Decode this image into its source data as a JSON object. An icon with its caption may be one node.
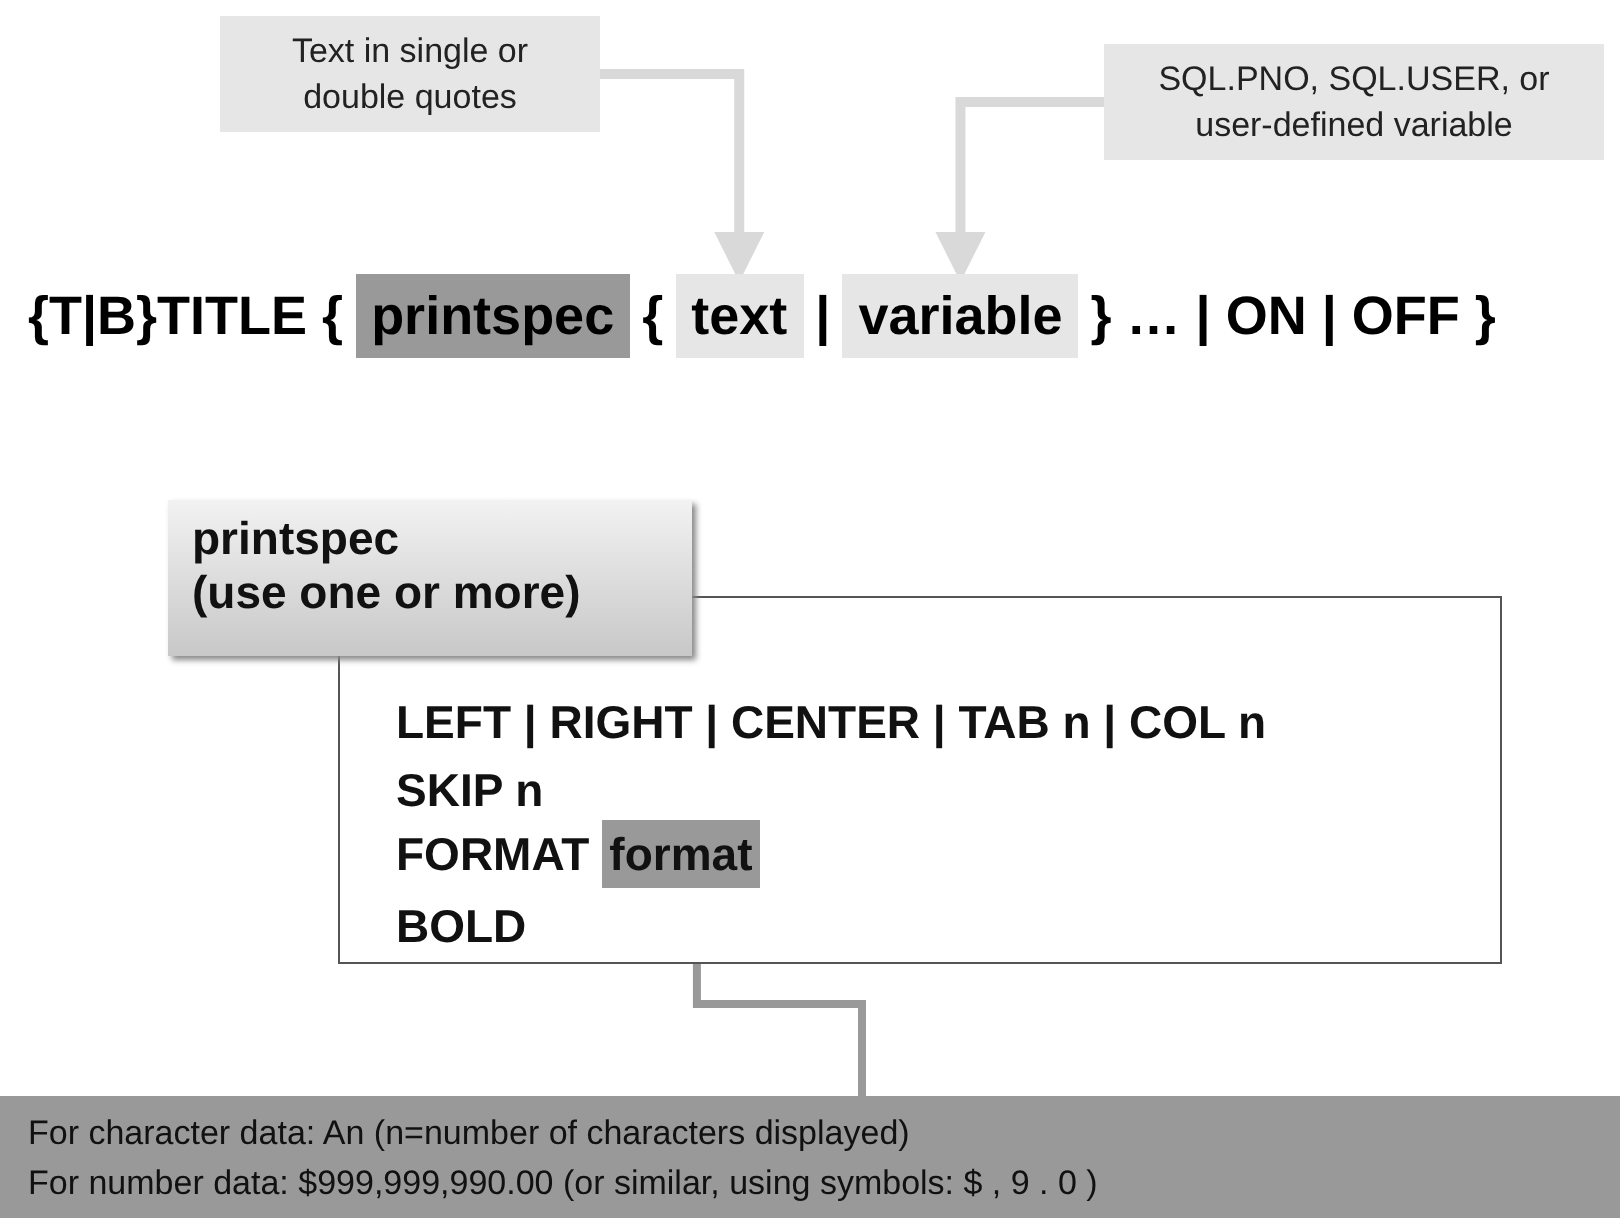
{
  "diagram": {
    "nodes": [
      {
        "text": [
          "Text in single or double quotes"
        ]
      },
      {
        "text": [
          "SQL.PNO, SQL.USER, or user-defined variable"
        ]
      },
      {
        "text": [
          "printspec"
        ]
      },
      {
        "text": [
          "text"
        ]
      },
      {
        "text": [
          "variable"
        ]
      },
      {
        "text": [
          "printspec",
          "(use one or more)",
          "LEFT | RIGHT | CENTER | TAB n | COL n",
          "SKIP n",
          "FORMAT",
          "BOLD"
        ]
      },
      {
        "text": [
          "format"
        ],
        "in": 5
      },
      {
        "text": [
          "For character data: An (n=number of characters displayed)",
          "For number data: $999,999,990.00 (or similar, using symbols: $ , 9 . 0 )"
        ]
      }
    ],
    "edges": [
      {
        "from": 0,
        "to": 3,
        "arrow": "to"
      },
      {
        "from": 1,
        "to": 4,
        "arrow": "to"
      },
      {
        "from": 7,
        "to": 6,
        "arrow": "to",
        "color": "#999999"
      }
    ],
    "labels": [
      "{T|B}TITLE {",
      "{",
      "|",
      "} … | ON | OFF }"
    ]
  }
}
